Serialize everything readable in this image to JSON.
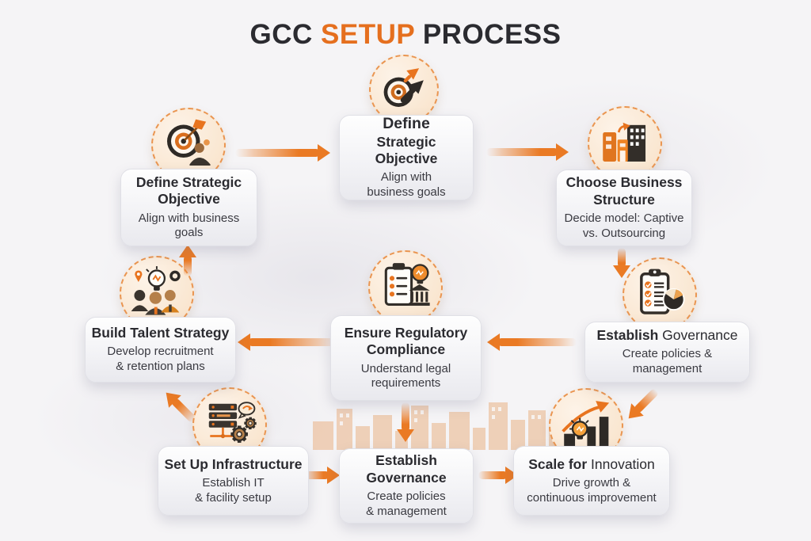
{
  "title": {
    "part1": "GCC",
    "part2": "SETUP",
    "part3": "PROCESS"
  },
  "colors": {
    "accent_orange": "#e8731f",
    "title_dark": "#2b2b30",
    "icon_circle_bg": "#f9e4cc",
    "icon_circle_border": "#ea9550",
    "card_bg": "#f5f5f8"
  },
  "steps": [
    {
      "id": "define-strategic-objective-top",
      "icon": "target-arrows-icon",
      "title_lines": [
        "Define",
        "Strategic Objective"
      ],
      "subtitle_lines": [
        "Align with",
        "business goals"
      ]
    },
    {
      "id": "define-strategic-objective-left",
      "icon": "target-dart-person-icon",
      "title_lines": [
        "Define Strategic",
        "Objective"
      ],
      "subtitle_lines": [
        "Align with business",
        "goals"
      ]
    },
    {
      "id": "choose-business-structure",
      "icon": "buildings-icon",
      "title_lines": [
        "Choose Business",
        "Structure"
      ],
      "subtitle_lines": [
        "Decide model: Captive",
        "vs. Outsourcing"
      ]
    },
    {
      "id": "build-talent-strategy",
      "icon": "talent-people-bulb-icon",
      "title_lines": [
        "Build Talent Strategy"
      ],
      "subtitle_lines": [
        "Develop recruitment",
        "& retention plans"
      ]
    },
    {
      "id": "ensure-regulatory-compliance",
      "icon": "clipboard-bank-bulb-icon",
      "title_lines": [
        "Ensure Regulatory",
        "Compliance"
      ],
      "subtitle_lines": [
        "Understand legal",
        "requirements"
      ]
    },
    {
      "id": "establish-governance-mid",
      "icon": "clipboard-piechart-icon",
      "title_bold": "Establish",
      "title_regular": " Governance",
      "subtitle_lines": [
        "Create policies &",
        "management"
      ]
    },
    {
      "id": "set-up-infrastructure",
      "icon": "server-gears-icon",
      "title_lines": [
        "Set Up Infrastructure"
      ],
      "subtitle_lines": [
        "Establish IT",
        "& facility setup"
      ]
    },
    {
      "id": "establish-governance-bottom",
      "icon": "none",
      "title_lines": [
        "Establish",
        "Governance"
      ],
      "subtitle_lines": [
        "Create policies",
        "& management"
      ]
    },
    {
      "id": "scale-for-innovation",
      "icon": "growth-chart-bulb-icon",
      "title_bold": "Scale for",
      "title_regular": " Innovation",
      "subtitle_lines": [
        "Drive growth &",
        "continuous improvement"
      ]
    }
  ],
  "flow_arrows": [
    {
      "from": "define-strategic-objective-left",
      "to": "define-strategic-objective-top",
      "direction": "right"
    },
    {
      "from": "define-strategic-objective-top",
      "to": "choose-business-structure",
      "direction": "right"
    },
    {
      "from": "choose-business-structure",
      "to": "establish-governance-mid",
      "direction": "down"
    },
    {
      "from": "establish-governance-mid",
      "to": "ensure-regulatory-compliance",
      "direction": "left"
    },
    {
      "from": "ensure-regulatory-compliance",
      "to": "build-talent-strategy",
      "direction": "left"
    },
    {
      "from": "build-talent-strategy",
      "to": "define-strategic-objective-left",
      "direction": "up"
    },
    {
      "from": "ensure-regulatory-compliance",
      "to": "establish-governance-bottom",
      "direction": "down"
    },
    {
      "from": "set-up-infrastructure",
      "to": "establish-governance-bottom",
      "direction": "right"
    },
    {
      "from": "establish-governance-bottom",
      "to": "scale-for-innovation",
      "direction": "right"
    },
    {
      "from": "set-up-infrastructure",
      "to": "build-talent-strategy",
      "direction": "up-left"
    },
    {
      "from": "establish-governance-mid",
      "to": "scale-for-innovation",
      "direction": "down-left"
    }
  ],
  "decorations": {
    "skyline": "faint orange city skyline",
    "texture": "light marble background"
  }
}
